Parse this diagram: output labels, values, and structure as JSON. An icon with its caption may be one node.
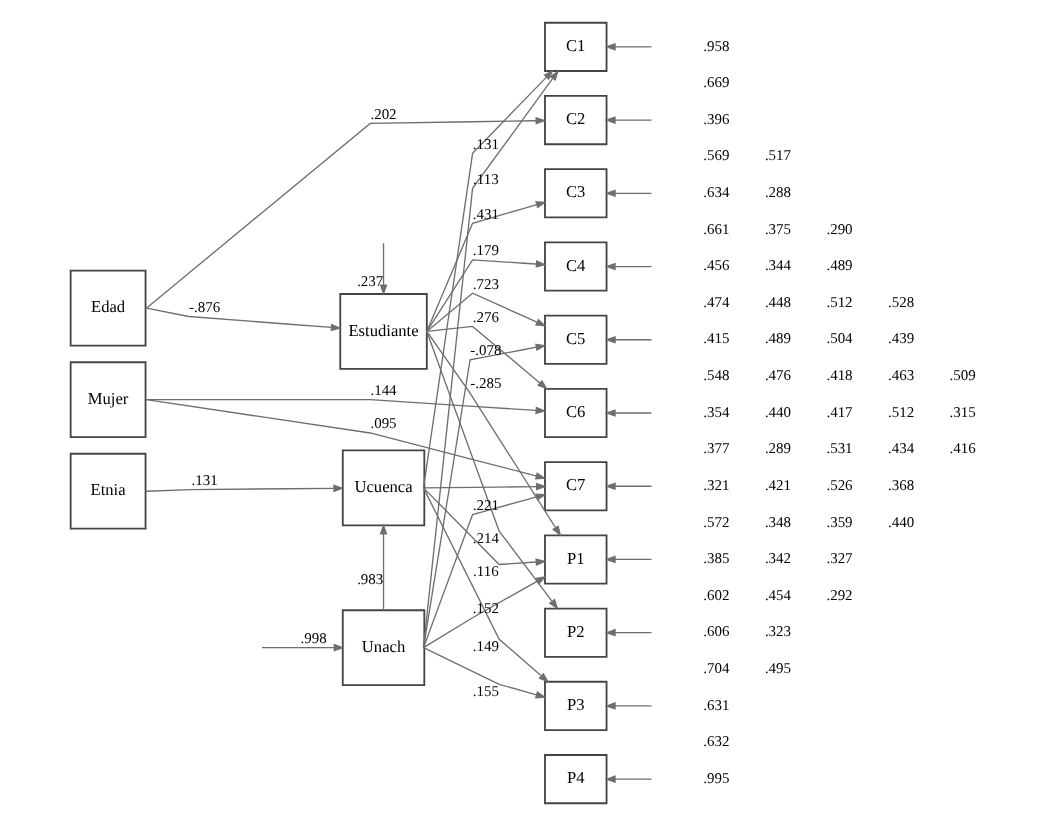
{
  "diagram": {
    "nodes": [
      {
        "text": [
          "Edad"
        ]
      },
      {
        "text": [
          "Mujer"
        ]
      },
      {
        "text": [
          "Etnia"
        ]
      },
      {
        "text": [
          "Estudiante"
        ]
      },
      {
        "text": [
          "Ucuenca"
        ]
      },
      {
        "text": [
          "Unach"
        ]
      },
      {
        "text": [
          "C1"
        ]
      },
      {
        "text": [
          "C2"
        ]
      },
      {
        "text": [
          "C3"
        ]
      },
      {
        "text": [
          "C4"
        ]
      },
      {
        "text": [
          "C5"
        ]
      },
      {
        "text": [
          "C6"
        ]
      },
      {
        "text": [
          "C7"
        ]
      },
      {
        "text": [
          "P1"
        ]
      },
      {
        "text": [
          "P2"
        ]
      },
      {
        "text": [
          "P3"
        ]
      },
      {
        "text": [
          "P4"
        ]
      }
    ],
    "edges": [
      {
        "from": 0,
        "to": 3,
        "arrow": "to",
        "label": "-.876"
      },
      {
        "from": 0,
        "to": 7,
        "arrow": "to",
        "label": ".202"
      },
      {
        "from": null,
        "to": 3,
        "arrow": "to",
        "label": ".237"
      },
      {
        "from": 3,
        "to": 8,
        "arrow": "to",
        "label": ".431"
      },
      {
        "from": 3,
        "to": 9,
        "arrow": "to",
        "label": ".179"
      },
      {
        "from": 3,
        "to": 10,
        "arrow": "to",
        "label": ".723"
      },
      {
        "from": 3,
        "to": 11,
        "arrow": "to",
        "label": ".276"
      },
      {
        "from": 3,
        "to": 13,
        "arrow": "to",
        "label": "-.285"
      },
      {
        "from": 3,
        "to": 14,
        "arrow": "to",
        "label": ".214"
      },
      {
        "from": 1,
        "to": 11,
        "arrow": "to",
        "label": ".144"
      },
      {
        "from": 1,
        "to": 12,
        "arrow": "to",
        "label": ".095"
      },
      {
        "from": 2,
        "to": 4,
        "arrow": "to",
        "label": ".131"
      },
      {
        "from": 5,
        "to": 4,
        "arrow": "to",
        "label": ".983"
      },
      {
        "from": null,
        "to": 5,
        "arrow": "to",
        "label": ".998"
      },
      {
        "from": 4,
        "to": 6,
        "arrow": "to",
        "label": ".131"
      },
      {
        "from": 4,
        "to": 12,
        "arrow": "to"
      },
      {
        "from": 4,
        "to": 13,
        "arrow": "to",
        "label": ".116"
      },
      {
        "from": 4,
        "to": 15,
        "arrow": "to",
        "label": ".149"
      },
      {
        "from": 5,
        "to": 6,
        "arrow": "to",
        "label": ".113"
      },
      {
        "from": 5,
        "to": 10,
        "arrow": "to",
        "label": "-.078"
      },
      {
        "from": 5,
        "to": 12,
        "arrow": "to",
        "label": ".221"
      },
      {
        "from": 5,
        "to": 13,
        "arrow": "to",
        "label": ".152"
      },
      {
        "from": 5,
        "to": 15,
        "arrow": "to",
        "label": ".155"
      },
      {
        "from": null,
        "to": 6,
        "arrow": "to"
      },
      {
        "from": null,
        "to": 7,
        "arrow": "to"
      },
      {
        "from": null,
        "to": 8,
        "arrow": "to"
      },
      {
        "from": null,
        "to": 9,
        "arrow": "to"
      },
      {
        "from": null,
        "to": 10,
        "arrow": "to"
      },
      {
        "from": null,
        "to": 11,
        "arrow": "to"
      },
      {
        "from": null,
        "to": 12,
        "arrow": "to"
      },
      {
        "from": null,
        "to": 13,
        "arrow": "to"
      },
      {
        "from": null,
        "to": 14,
        "arrow": "to"
      },
      {
        "from": null,
        "to": 15,
        "arrow": "to"
      },
      {
        "from": null,
        "to": 16,
        "arrow": "to"
      }
    ],
    "labels": [
      ".958",
      ".669",
      ".396",
      ".569",
      ".517",
      ".634",
      ".288",
      ".661",
      ".375",
      ".290",
      ".456",
      ".344",
      ".489",
      ".474",
      ".448",
      ".512",
      ".528",
      ".415",
      ".489",
      ".504",
      ".439",
      ".548",
      ".476",
      ".418",
      ".463",
      ".509",
      ".354",
      ".440",
      ".417",
      ".512",
      ".315",
      ".377",
      ".289",
      ".531",
      ".434",
      ".416",
      ".321",
      ".421",
      ".526",
      ".368",
      ".572",
      ".348",
      ".359",
      ".440",
      ".385",
      ".342",
      ".327",
      ".602",
      ".454",
      ".292",
      ".606",
      ".323",
      ".704",
      ".495",
      ".631",
      ".632",
      ".995"
    ]
  }
}
